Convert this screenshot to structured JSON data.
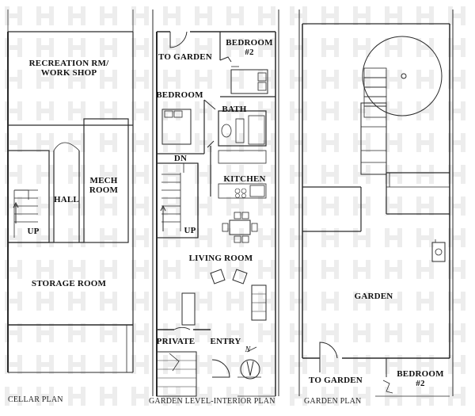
{
  "cellar": {
    "recreation": "RECREATION RM/\nWORK SHOP",
    "hall": "HALL",
    "mech": "MECH\nROOM",
    "up": "UP",
    "storage": "STORAGE ROOM",
    "caption": "CELLAR PLAN"
  },
  "garden_level": {
    "to_garden": "TO GARDEN",
    "bedroom2": "BEDROOM\n#2",
    "bedroom": "BEDROOM",
    "bath": "BATH",
    "dn": "DN",
    "kitchen": "KITCHEN",
    "up": "UP",
    "living": "LIVING ROOM",
    "private": "PRIVATE",
    "entry": "ENTRY",
    "north": "N",
    "caption": "GARDEN LEVEL-INTERIOR PLAN"
  },
  "garden_plan": {
    "garden": "GARDEN",
    "to_garden": "TO GARDEN",
    "bedroom2": "BEDROOM\n#2",
    "caption": "GARDEN PLAN"
  },
  "colors": {
    "line": "#2a2a2a",
    "watermark": "#ececec"
  }
}
